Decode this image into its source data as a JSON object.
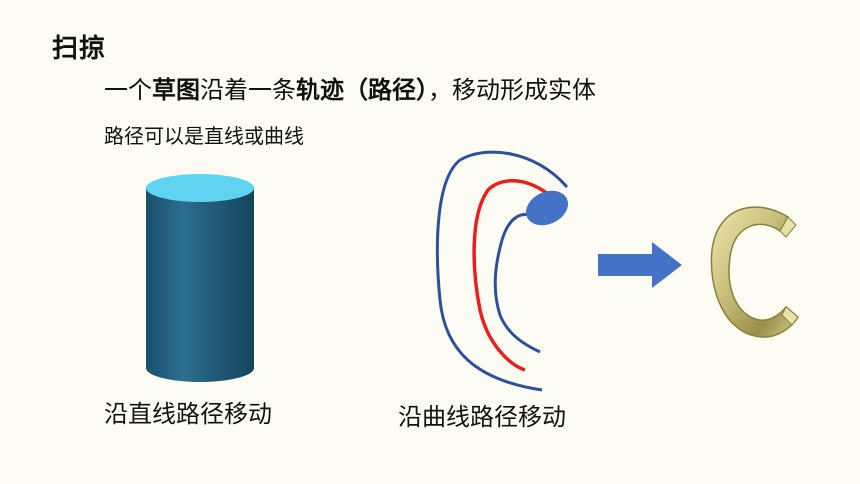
{
  "slide": {
    "title": "扫掠",
    "definition": {
      "prefix": "一个",
      "bold1": "草图",
      "middle": "沿着一条",
      "bold2": "轨迹（路径）",
      "suffix": "，移动形成实体"
    },
    "subtitle": "路径可以是直线或曲线",
    "caption_straight": "沿直线路径移动",
    "caption_curve": "沿曲线路径移动"
  },
  "colors": {
    "background": "#fdfcf3",
    "cylinder_top": "#5fd3f0",
    "cylinder_body": "#1f5a76",
    "path_outline": "#2e4f9c",
    "path_center": "#e8201c",
    "profile_ellipse": "#4472c4",
    "arrow": "#4472c4",
    "result_solid": "#c9c07a"
  },
  "icons": {
    "cylinder": "cylinder-solid",
    "curved_path": "curved-sweep-path",
    "arrow": "right-arrow-icon",
    "result": "c-shaped-solid"
  }
}
